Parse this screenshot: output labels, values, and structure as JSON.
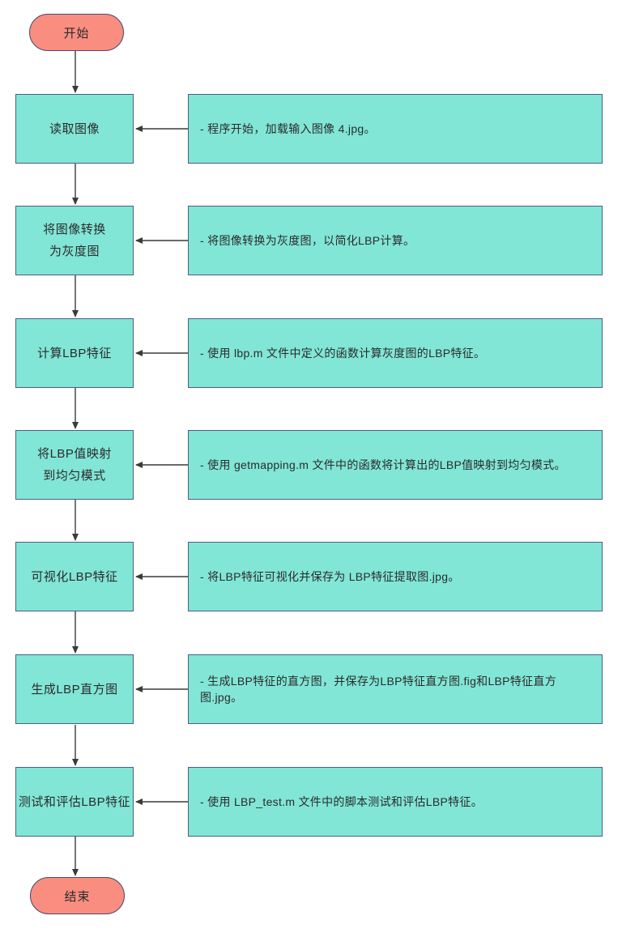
{
  "flow": {
    "start_label": "开始",
    "end_label": "结束",
    "steps": [
      {
        "label": "读取图像",
        "note": "- 程序开始，加载输入图像 4.jpg。"
      },
      {
        "label": "将图像转换\n为灰度图",
        "note": "- 将图像转换为灰度图，以简化LBP计算。"
      },
      {
        "label": "计算LBP特征",
        "note": "- 使用 lbp.m 文件中定义的函数计算灰度图的LBP特征。"
      },
      {
        "label": "将LBP值映射\n到均匀模式",
        "note": "- 使用 getmapping.m 文件中的函数将计算出的LBP值映射到均匀模式。"
      },
      {
        "label": "可视化LBP特征",
        "note": "- 将LBP特征可视化并保存为 LBP特征提取图.jpg。"
      },
      {
        "label": "生成LBP直方图",
        "note": "- 生成LBP特征的直方图，并保存为LBP特征直方图.fig和LBP特征直方图.jpg。"
      },
      {
        "label": "测试和评估LBP特征",
        "note": "- 使用 LBP_test.m 文件中的脚本测试和评估LBP特征。"
      }
    ],
    "colors": {
      "terminal_fill": "#F98E80",
      "process_fill": "#81E6D6",
      "shape_border": "#4F5D82",
      "arrow": "#3A3A3A"
    }
  }
}
